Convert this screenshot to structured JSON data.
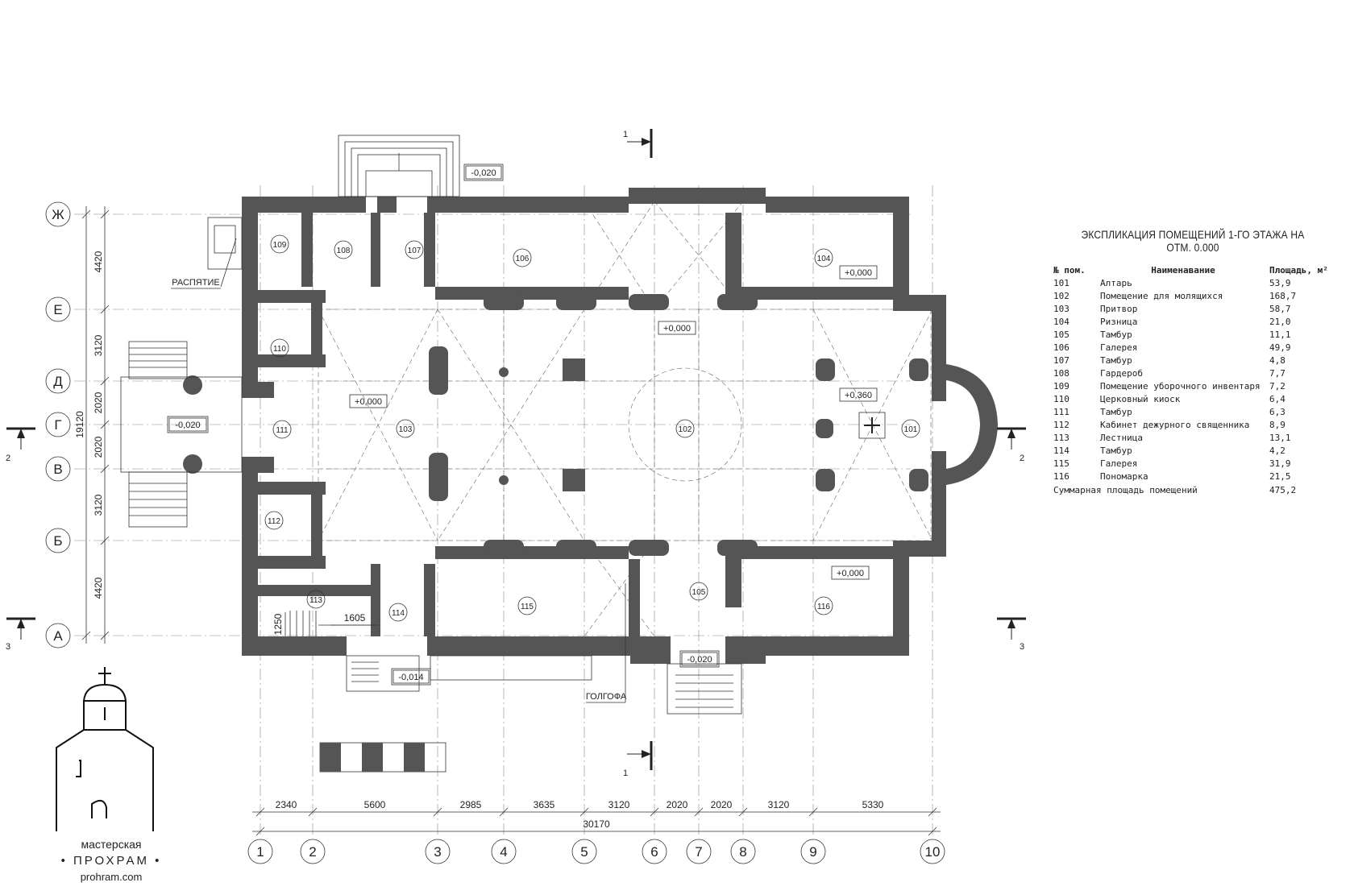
{
  "explication": {
    "title": "ЭКСПЛИКАЦИЯ ПОМЕЩЕНИЙ 1-ГО ЭТАЖА НА ОТМ. 0.000",
    "headers": {
      "no": "№ пом.",
      "name": "Наименавание",
      "area": "Площадь, м²"
    },
    "rows": [
      {
        "no": "101",
        "name": "Алтарь",
        "area": "53,9"
      },
      {
        "no": "102",
        "name": "Помещение для молящихся",
        "area": "168,7"
      },
      {
        "no": "103",
        "name": "Притвор",
        "area": "58,7"
      },
      {
        "no": "104",
        "name": "Ризница",
        "area": "21,0"
      },
      {
        "no": "105",
        "name": "Тамбур",
        "area": "11,1"
      },
      {
        "no": "106",
        "name": "Галерея",
        "area": "49,9"
      },
      {
        "no": "107",
        "name": "Тамбур",
        "area": "4,8"
      },
      {
        "no": "108",
        "name": "Гардероб",
        "area": "7,7"
      },
      {
        "no": "109",
        "name": "Помещение уборочного инвентаря",
        "area": "7,2"
      },
      {
        "no": "110",
        "name": "Церковный киоск",
        "area": "6,4"
      },
      {
        "no": "111",
        "name": "Тамбур",
        "area": "6,3"
      },
      {
        "no": "112",
        "name": "Кабинет дежурного священника",
        "area": "8,9"
      },
      {
        "no": "113",
        "name": "Лестница",
        "area": "13,1"
      },
      {
        "no": "114",
        "name": "Тамбур",
        "area": "4,2"
      },
      {
        "no": "115",
        "name": "Галерея",
        "area": "31,9"
      },
      {
        "no": "116",
        "name": "Пономарка",
        "area": "21,5"
      }
    ],
    "total": {
      "label": "Суммарная площадь помещений",
      "area": "475,2"
    }
  },
  "plan": {
    "rows": [
      "Ж",
      "Е",
      "Д",
      "Г",
      "В",
      "Б",
      "А"
    ],
    "row_dims": [
      "4420",
      "3120",
      "2020",
      "2020",
      "3120",
      "4420"
    ],
    "row_total": "19120",
    "columns": [
      "1",
      "2",
      "3",
      "4",
      "5",
      "6",
      "7",
      "8",
      "9",
      "10"
    ],
    "col_dims": [
      "2340",
      "5600",
      "2985",
      "3635",
      "3120",
      "2020",
      "2020",
      "3120",
      "5330"
    ],
    "col_total": "30170",
    "rooms": [
      "101",
      "102",
      "103",
      "104",
      "105",
      "106",
      "107",
      "108",
      "109",
      "110",
      "111",
      "112",
      "113",
      "114",
      "115",
      "116"
    ],
    "levels": {
      "north_porch": "-0,020",
      "west_porch": "-0,020",
      "south_porch": "-0,020",
      "south_entry": "-0,014",
      "narthex": "+0,000",
      "nave": "+0,000",
      "sacristy": "+0,000",
      "sexton": "+0,000",
      "altar": "+0,360"
    },
    "notes": {
      "crucifix": "РАСПЯТИЕ",
      "golgotha": "ГОЛГОФА"
    },
    "dims_local": {
      "stair_width": "1605",
      "stair_depth": "1250"
    },
    "sections": {
      "s1": "1",
      "s2": "2",
      "s3": "3"
    }
  },
  "logo": {
    "workshop": "мастерская",
    "brand": "• ПРОХРАМ •",
    "site": "prohram.com"
  }
}
